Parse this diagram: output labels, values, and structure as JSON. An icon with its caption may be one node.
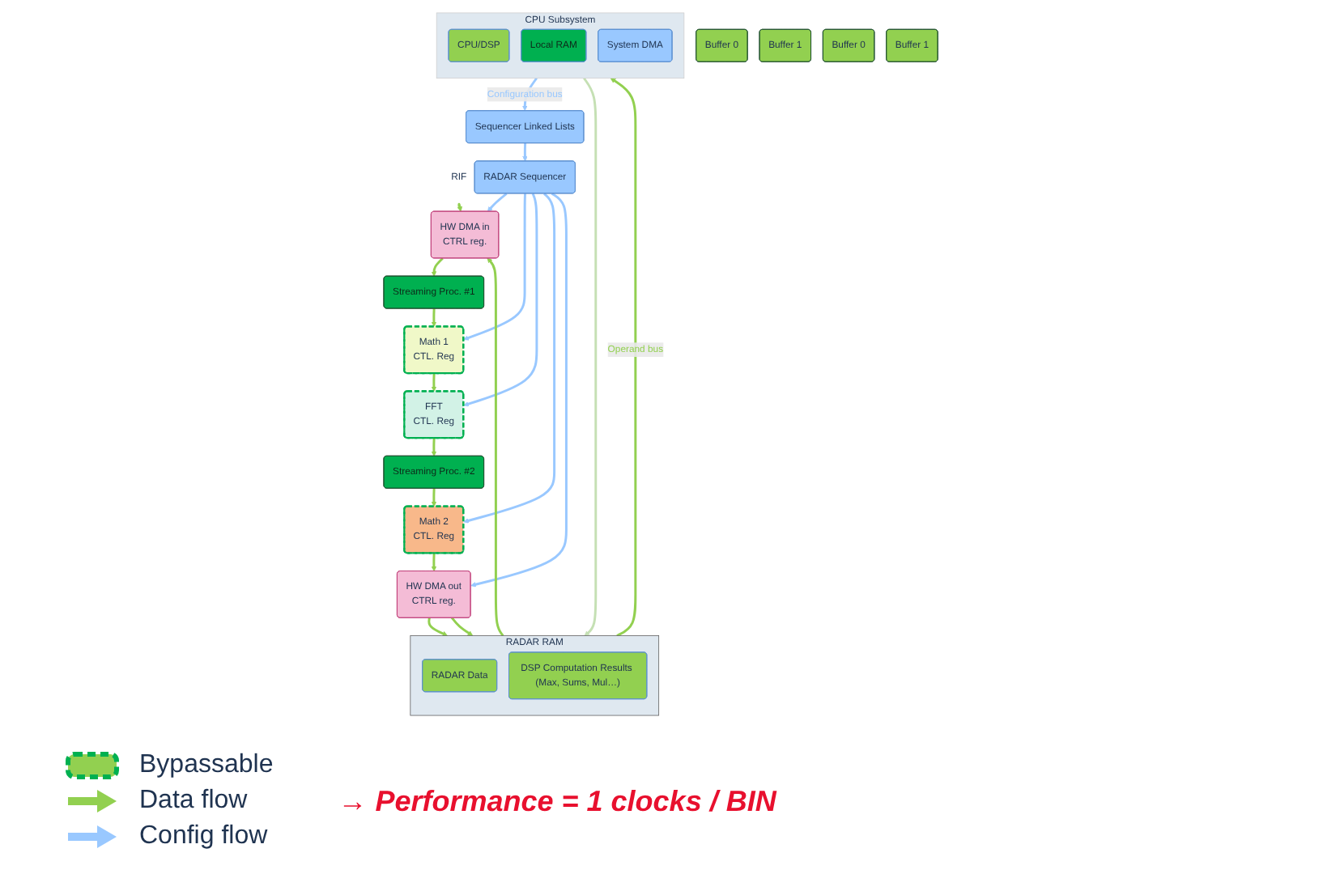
{
  "diagram": {
    "nodes": [
      {
        "text": [
          "RIF"
        ]
      },
      {
        "text": [
          "Buffer 0"
        ]
      },
      {
        "text": [
          "Buffer 1"
        ]
      },
      {
        "text": [
          "Streaming Proc. #1"
        ]
      },
      {
        "text": [
          "Buffer 0"
        ]
      },
      {
        "text": [
          "Buffer 1"
        ]
      },
      {
        "text": [
          "Streaming Proc. #2"
        ]
      },
      {
        "text": [
          "HW DMA in",
          "CTRL reg."
        ]
      },
      {
        "text": [
          "Math 1",
          "CTL. Reg"
        ]
      },
      {
        "text": [
          "FFT",
          "CTL. Reg"
        ]
      },
      {
        "text": [
          "Math 2",
          "CTL. Reg"
        ]
      },
      {
        "text": [
          "HW DMA out",
          "CTRL reg."
        ]
      },
      {
        "text": [
          "RADAR RAM"
        ]
      },
      {
        "text": [
          "RADAR Data"
        ],
        "in": 12
      },
      {
        "text": [
          "DSP Computation Results (Max, Sums, Mul…)"
        ],
        "in": 12
      },
      {
        "text": [
          "RADAR Sequencer"
        ]
      },
      {
        "text": [
          "Sequencer Linked Lists"
        ]
      },
      {
        "text": [
          "CPU Subsystem"
        ]
      },
      {
        "text": [
          "CPU/DSP"
        ],
        "in": 17
      },
      {
        "text": [
          "Local RAM"
        ],
        "in": 17
      },
      {
        "text": [
          "System DMA"
        ],
        "in": 17
      }
    ],
    "edges": [
      {
        "from": 0,
        "to": 7,
        "arrow": "to"
      },
      {
        "from": 12,
        "to": 7,
        "arrow": "to"
      },
      {
        "from": 7,
        "to": 3,
        "arrow": "to"
      },
      {
        "from": 3,
        "to": 8,
        "arrow": "to"
      },
      {
        "from": 8,
        "to": 9,
        "arrow": "to"
      },
      {
        "from": 9,
        "to": 6,
        "arrow": "to"
      },
      {
        "from": 6,
        "to": 10,
        "arrow": "to"
      },
      {
        "from": 10,
        "to": 11,
        "arrow": "to"
      },
      {
        "from": 11,
        "to": 12,
        "arrow": "to"
      },
      {
        "from": 11,
        "to": 12,
        "arrow": "to"
      },
      {
        "from": 15,
        "to": 7,
        "arrow": "to",
        "color": "#99c8ff"
      },
      {
        "from": 15,
        "to": 8,
        "arrow": "to",
        "color": "#99c8ff"
      },
      {
        "from": 15,
        "to": 9,
        "arrow": "to",
        "color": "#99c8ff"
      },
      {
        "from": 15,
        "to": 10,
        "arrow": "to",
        "color": "#99c8ff"
      },
      {
        "from": 15,
        "to": 11,
        "arrow": "to",
        "color": "#99c8ff"
      },
      {
        "from": 16,
        "to": 15,
        "arrow": "to",
        "color": "#99c8ff"
      },
      {
        "from": 17,
        "to": 16,
        "arrow": "to",
        "label": "Configuration bus",
        "color": "#99c8ff"
      },
      {
        "from": 17,
        "to": 12,
        "arrow": "to",
        "color": "#c5e0b4"
      },
      {
        "from": 12,
        "to": 17,
        "arrow": "to",
        "label": "Operand bus"
      }
    ],
    "labels": [
      "→ Performance = 1 clocks / BIN"
    ],
    "legend": [
      {
        "text": "Bypassable"
      },
      {
        "text": "Data flow"
      },
      {
        "text": "Config flow"
      }
    ]
  }
}
